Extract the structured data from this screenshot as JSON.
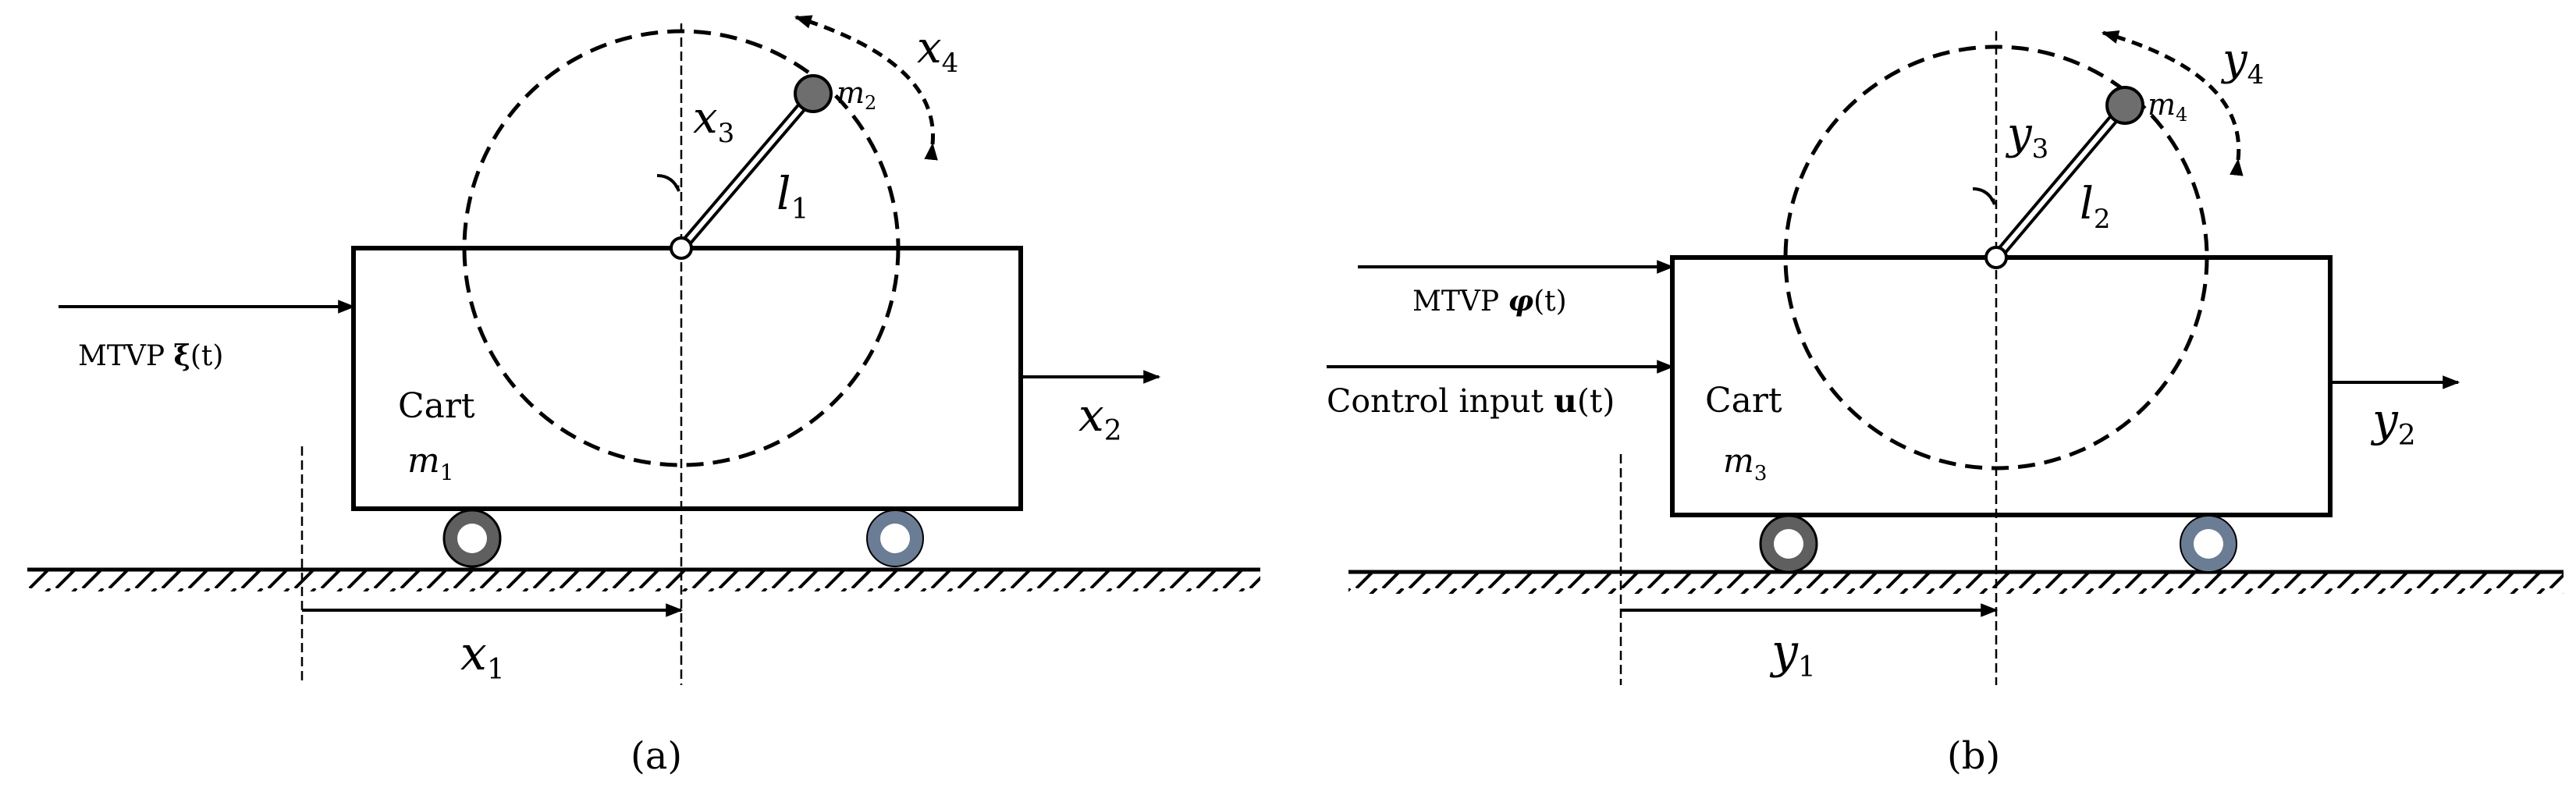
{
  "panel_a": {
    "caption": "(a)",
    "input_label": "MTVP ",
    "input_symbol": "ξ",
    "input_arg": "(t)",
    "cart_label": "Cart",
    "cart_mass": "m",
    "cart_mass_sub": "1",
    "pend_mass": "m",
    "pend_mass_sub": "2",
    "length": "l",
    "length_sub": "1",
    "angle": "x",
    "angle_sub": "3",
    "ang_vel": "x",
    "ang_vel_sub": "4",
    "velocity": "x",
    "velocity_sub": "2",
    "position": "x",
    "position_sub": "1"
  },
  "panel_b": {
    "caption": "(b)",
    "input_label": "MTVP ",
    "input_symbol": "φ",
    "input_arg": "(t)",
    "control_label": "Control input ",
    "control_symbol": "u",
    "control_arg": "(t)",
    "cart_label": "Cart",
    "cart_mass": "m",
    "cart_mass_sub": "3",
    "pend_mass": "m",
    "pend_mass_sub": "4",
    "length": "l",
    "length_sub": "2",
    "angle": "y",
    "angle_sub": "3",
    "ang_vel": "y",
    "ang_vel_sub": "4",
    "velocity": "y",
    "velocity_sub": "2",
    "position": "y",
    "position_sub": "1"
  }
}
